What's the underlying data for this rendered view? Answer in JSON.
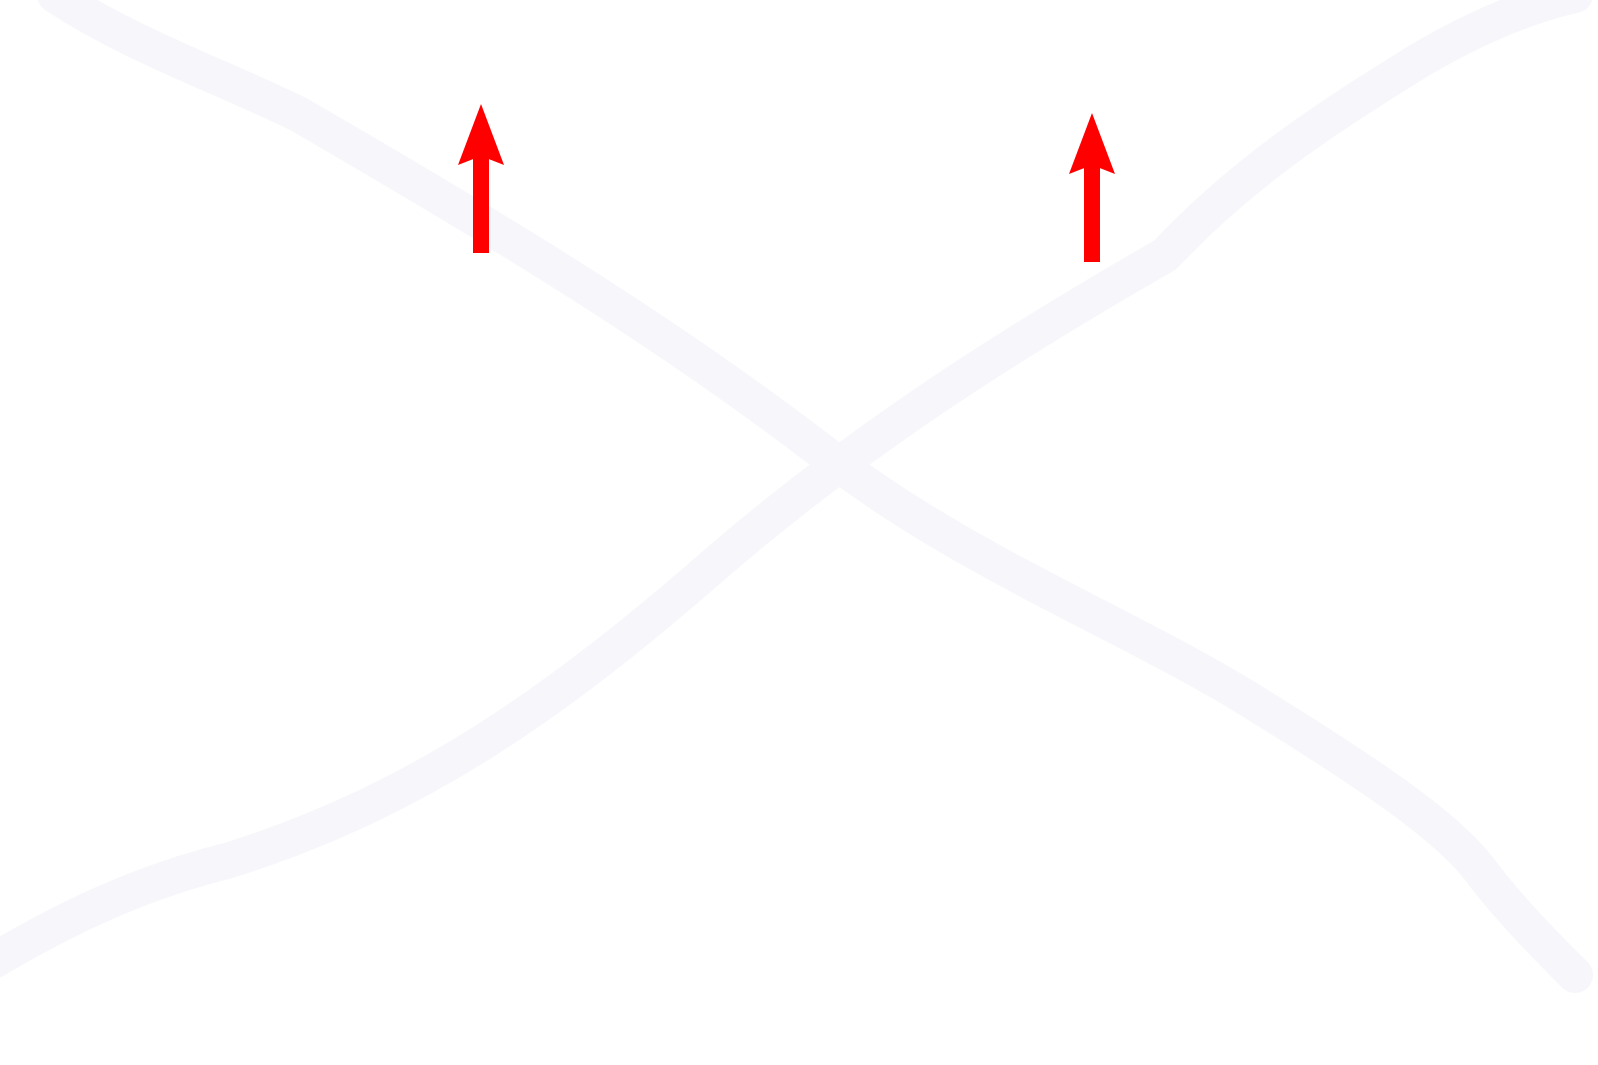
{
  "colors": {
    "background": "#ffffff",
    "watermark_stroke": "#f7f7fb",
    "arrow": "#ff0000"
  },
  "arrows": [
    {
      "id": "arrow-left",
      "direction": "up"
    },
    {
      "id": "arrow-right",
      "direction": "up"
    }
  ],
  "watermark": {
    "icon": "cross-x-watermark"
  }
}
